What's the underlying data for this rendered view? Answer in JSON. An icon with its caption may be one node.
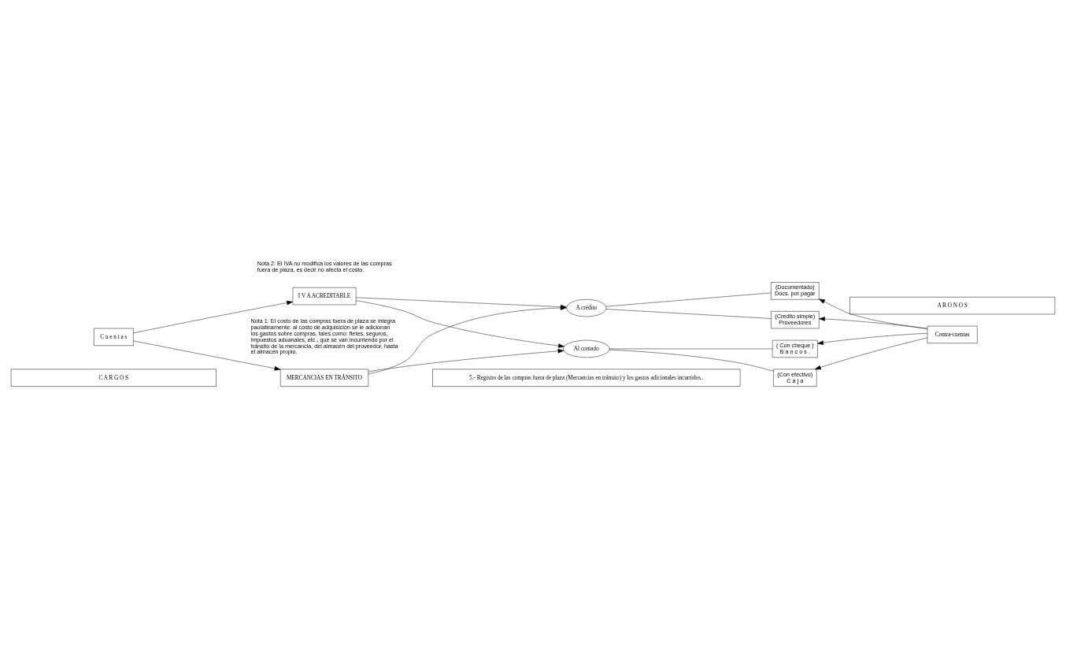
{
  "diagram": {
    "nodes": [
      {
        "text": [
          "C A R G O S"
        ]
      },
      {
        "text": [
          "A B O N O S"
        ]
      },
      {
        "text": [
          "5.- Registro de las compras fuera de plaza (Mercancias en tránsito) y los gastos adicionales incurridos.."
        ]
      },
      {
        "text": [
          "C u e n t a s"
        ]
      },
      {
        "text": [
          "MERCANCIAS EN TRÁNSITO"
        ]
      },
      {
        "text": [
          "I V A ACREDITABLE"
        ]
      },
      {
        "text": [
          "Contra-cuentas"
        ]
      },
      {
        "text": [
          "Al contado"
        ]
      },
      {
        "text": [
          "A crédito"
        ]
      },
      {
        "text": [
          "(Con efectivo)",
          "C a j a"
        ]
      },
      {
        "text": [
          "( Con cheque )",
          "B a n c o s ."
        ]
      },
      {
        "text": [
          "(Crédito simple)",
          "Proveedores"
        ]
      },
      {
        "text": [
          "(Documentado)",
          "Docs. por pagar"
        ]
      }
    ],
    "edges": [
      {
        "from": 3,
        "to": 4,
        "arrow": "to"
      },
      {
        "from": 3,
        "to": 5,
        "arrow": "to"
      },
      {
        "from": 4,
        "to": 7,
        "arrow": "to"
      },
      {
        "from": 4,
        "to": 8,
        "arrow": "to"
      },
      {
        "from": 5,
        "to": 7,
        "arrow": "to"
      },
      {
        "from": 5,
        "to": 8,
        "arrow": "to"
      },
      {
        "from": 7,
        "to": 9,
        "arrow": "none"
      },
      {
        "from": 7,
        "to": 10,
        "arrow": "none"
      },
      {
        "from": 8,
        "to": 11,
        "arrow": "none"
      },
      {
        "from": 8,
        "to": 12,
        "arrow": "none"
      },
      {
        "from": 6,
        "to": 9,
        "arrow": "to"
      },
      {
        "from": 6,
        "to": 10,
        "arrow": "to"
      },
      {
        "from": 6,
        "to": 11,
        "arrow": "to"
      },
      {
        "from": 6,
        "to": 12,
        "arrow": "to"
      }
    ],
    "labels": [
      "Nota 1: El costo de las compras fuera de plaza se integra paulatinamente: al costo de adquisición se le adicionan los gastos sobre compras, tales como: fletes, seguros, impuestos aduanales, etc., que se van incurriendo por el tránsito de la mercancia, del almacén del proveedor, hasta el almacén propio.",
      "Nota 2: El IVA no modifica los valores de las compras fuera de plaza, es decir no afecta el costo."
    ]
  }
}
